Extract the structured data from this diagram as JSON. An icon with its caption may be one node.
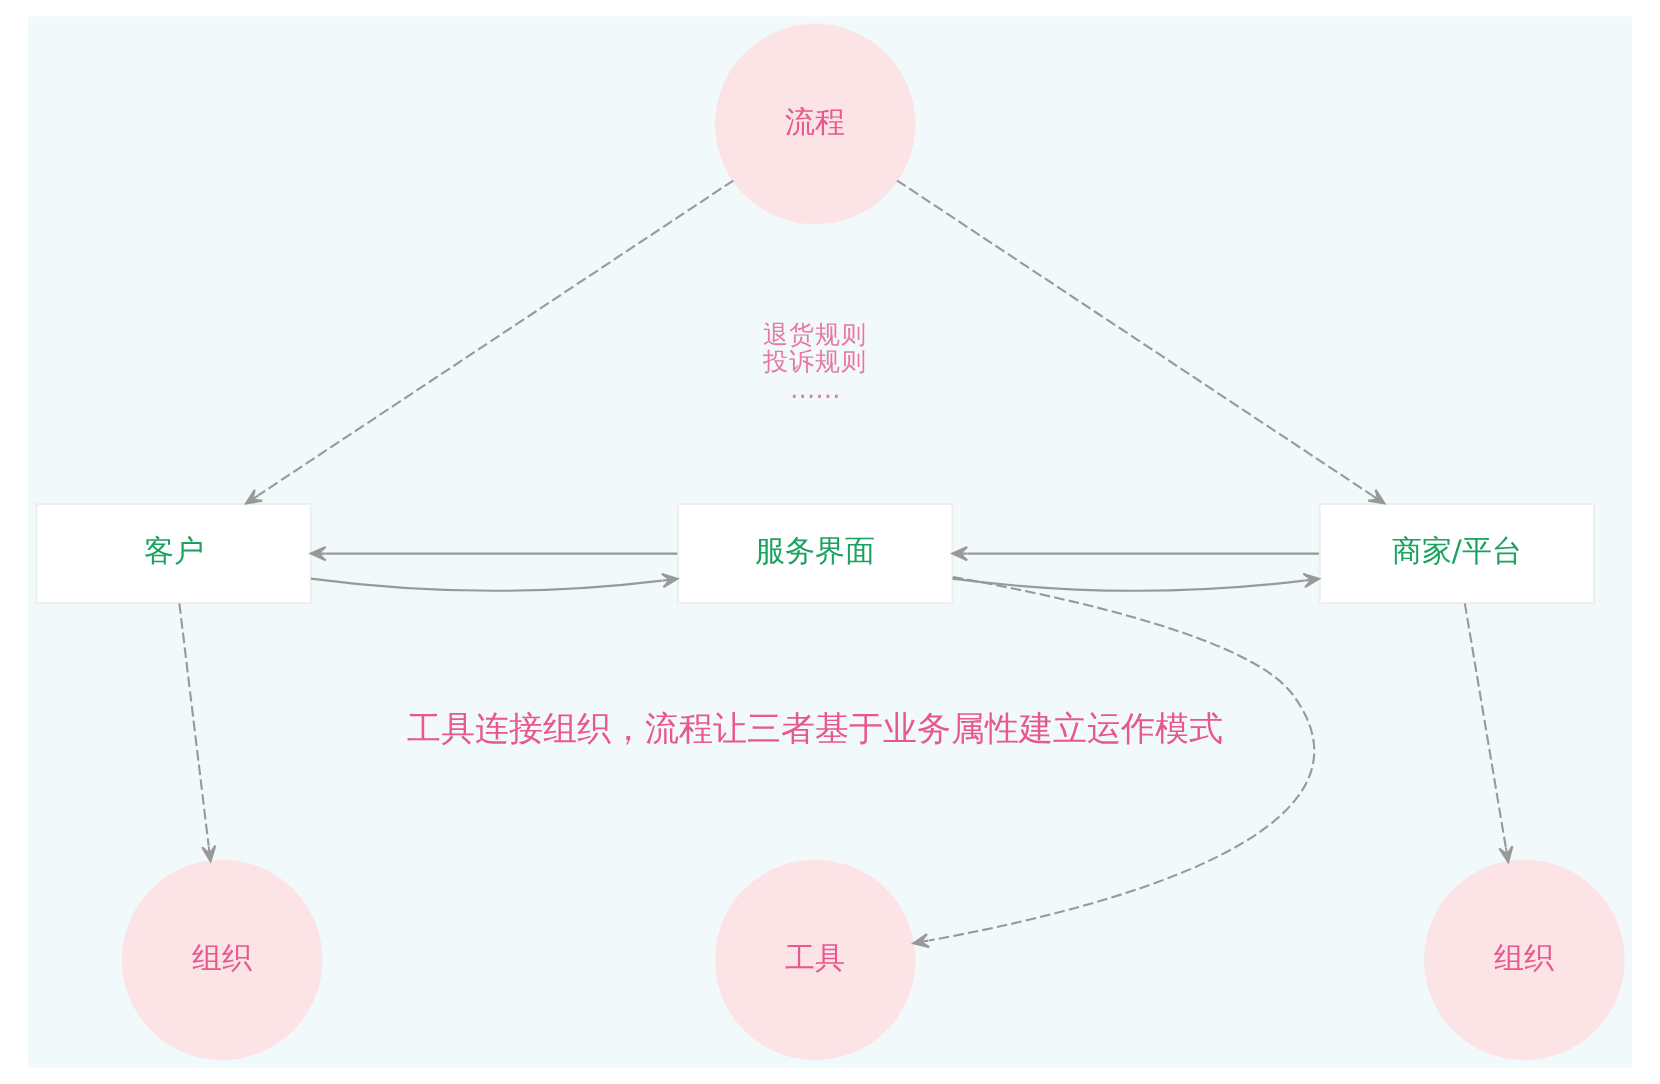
{
  "diagram": {
    "nodes": [
      {
        "text": [
          "流程"
        ]
      },
      {
        "text": [
          "客户"
        ]
      },
      {
        "text": [
          "服务界面"
        ]
      },
      {
        "text": [
          "商家/平台"
        ]
      },
      {
        "text": [
          "组织"
        ]
      },
      {
        "text": [
          "工具"
        ]
      },
      {
        "text": [
          "组织"
        ]
      }
    ],
    "edges": [
      {
        "from": 0,
        "to": 1,
        "arrow": "to",
        "style": "dashed"
      },
      {
        "from": 0,
        "to": 3,
        "arrow": "to",
        "style": "dashed"
      },
      {
        "from": 1,
        "to": 2,
        "arrow": "to"
      },
      {
        "from": 2,
        "to": 1,
        "arrow": "to"
      },
      {
        "from": 2,
        "to": 3,
        "arrow": "to"
      },
      {
        "from": 3,
        "to": 2,
        "arrow": "to"
      },
      {
        "from": 1,
        "to": 4,
        "arrow": "to",
        "style": "dashed"
      },
      {
        "from": 2,
        "to": 5,
        "arrow": "to",
        "style": "dashed"
      },
      {
        "from": 3,
        "to": 6,
        "arrow": "to",
        "style": "dashed"
      }
    ],
    "labels": [
      "退货规则",
      "投诉规则",
      "……",
      "工具连接组织，流程让三者基于业务属性建立运作模式"
    ]
  }
}
